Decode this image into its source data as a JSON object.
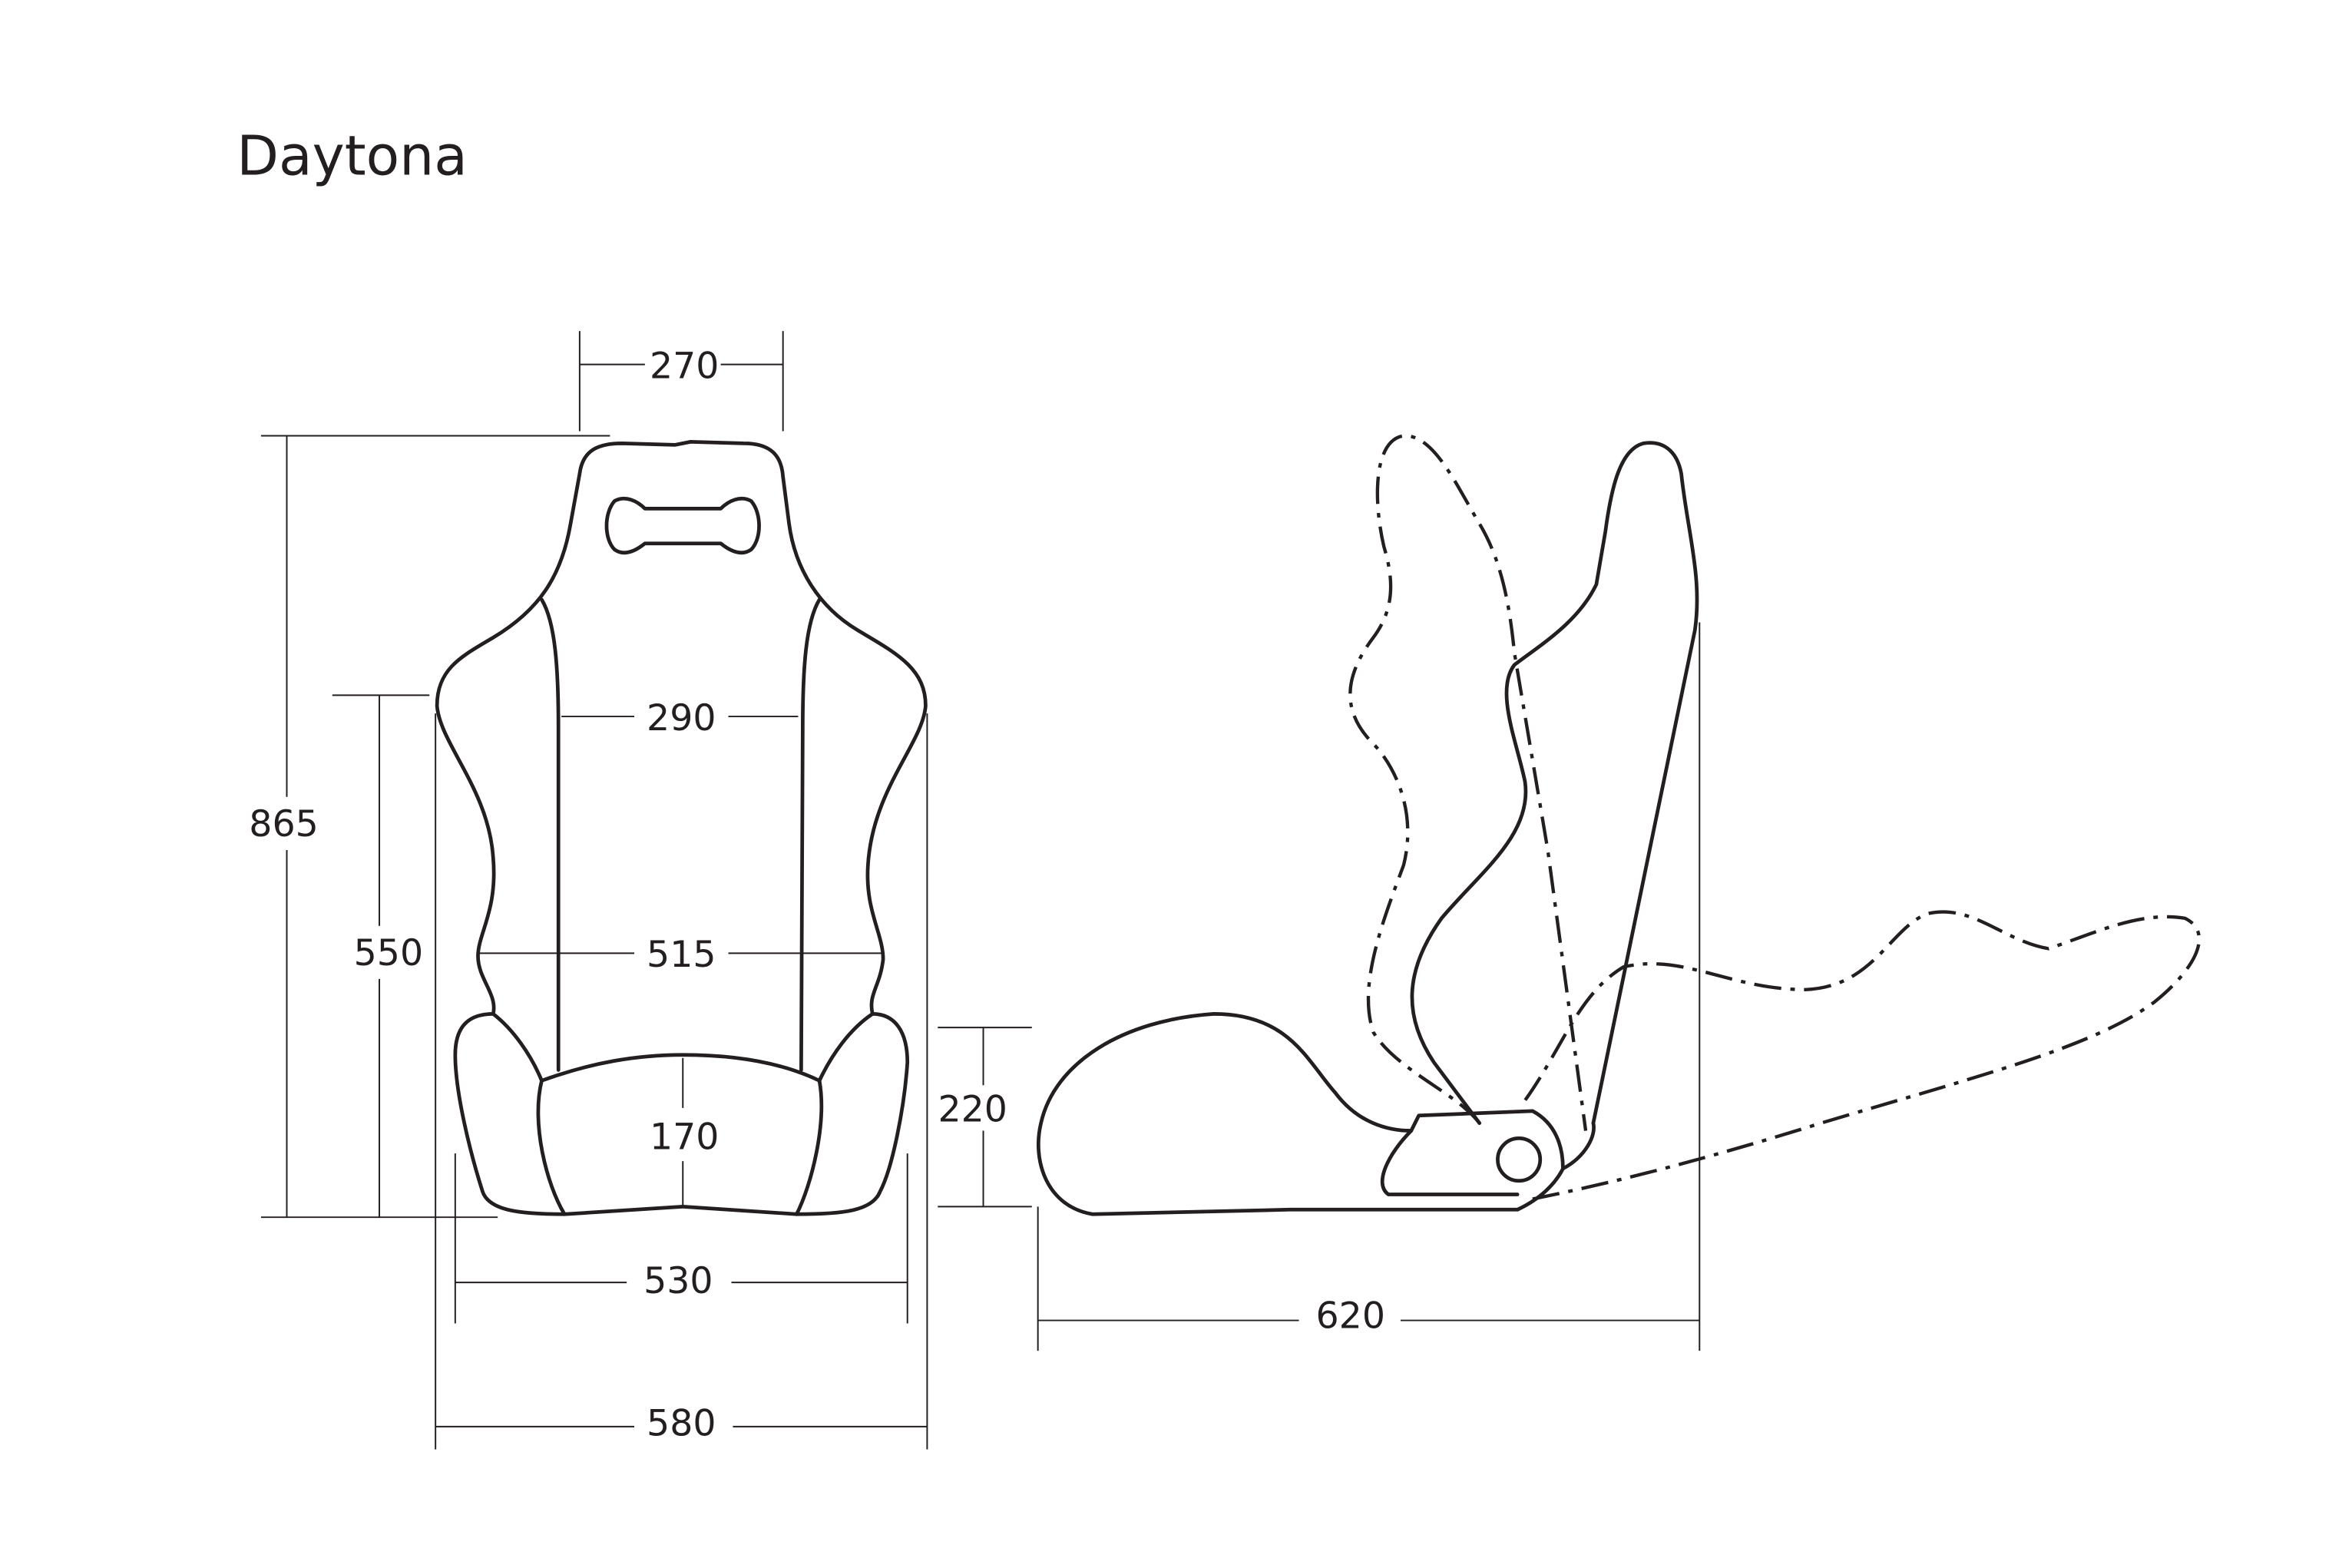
{
  "title": "Daytona",
  "front_view": {
    "headrest_width": "270",
    "back_width": "290",
    "shoulder_width": "515",
    "cushion_height": "170",
    "base_width": "530",
    "overall_width": "580",
    "overall_height": "865",
    "back_height": "550"
  },
  "side_view": {
    "seat_height": "220",
    "depth": "620"
  }
}
